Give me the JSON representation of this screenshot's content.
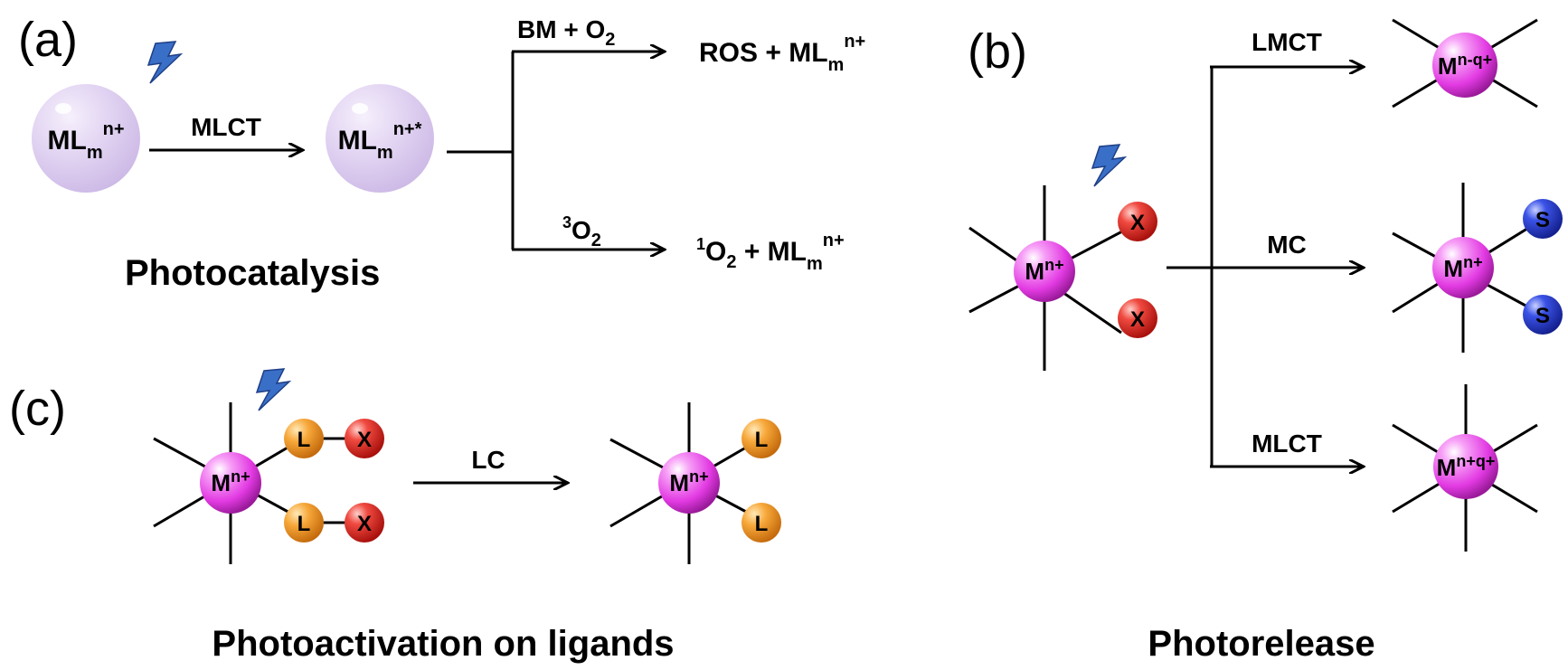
{
  "panels": {
    "a": {
      "label": "(a)",
      "reactant": {
        "base": "ML",
        "sub": "m",
        "sup": "n+"
      },
      "arrow_label": "MLCT",
      "excited": {
        "base": "ML",
        "sub": "m",
        "sup": "n+*"
      },
      "upper_arrow": {
        "label_base": "BM + O",
        "label_sub": "2"
      },
      "upper_product": {
        "prefix": "ROS + ML",
        "sub": "m",
        "sup": "n+"
      },
      "lower_arrow": {
        "label_pre": "3",
        "label_base": "O",
        "label_sub": "2"
      },
      "lower_product": {
        "pre": "1",
        "base": "O",
        "sub": "2",
        "rest": " + ML",
        "sub2": "m",
        "sup": "n+"
      },
      "caption": "Photocatalysis"
    },
    "b": {
      "label": "(b)",
      "reactant": {
        "base": "M",
        "sup": "n+"
      },
      "ligand": "X",
      "branches": [
        {
          "label": "LMCT",
          "product_base": "M",
          "product_sup": "n-q+"
        },
        {
          "label": "MC",
          "product_base": "M",
          "product_sup": "n+",
          "ligand": "S"
        },
        {
          "label": "MLCT",
          "product_base": "M",
          "product_sup": "n+q+"
        }
      ],
      "caption": "Photorelease"
    },
    "c": {
      "label": "(c)",
      "reactant": {
        "base": "M",
        "sup": "n+"
      },
      "ligand_l": "L",
      "ligand_x": "X",
      "arrow_label": "LC",
      "product": {
        "base": "M",
        "sup": "n+"
      },
      "caption": "Photoactivation on ligands"
    }
  },
  "colors": {
    "pale_sphere": "#d9c9ee",
    "metal": "#e844e8",
    "x_ligand": "#e0302c",
    "s_ligand": "#2438c8",
    "l_ligand": "#f29b2a",
    "lightning": "#3a6fc8"
  },
  "icons": [
    "lightning-bolt-icon"
  ]
}
